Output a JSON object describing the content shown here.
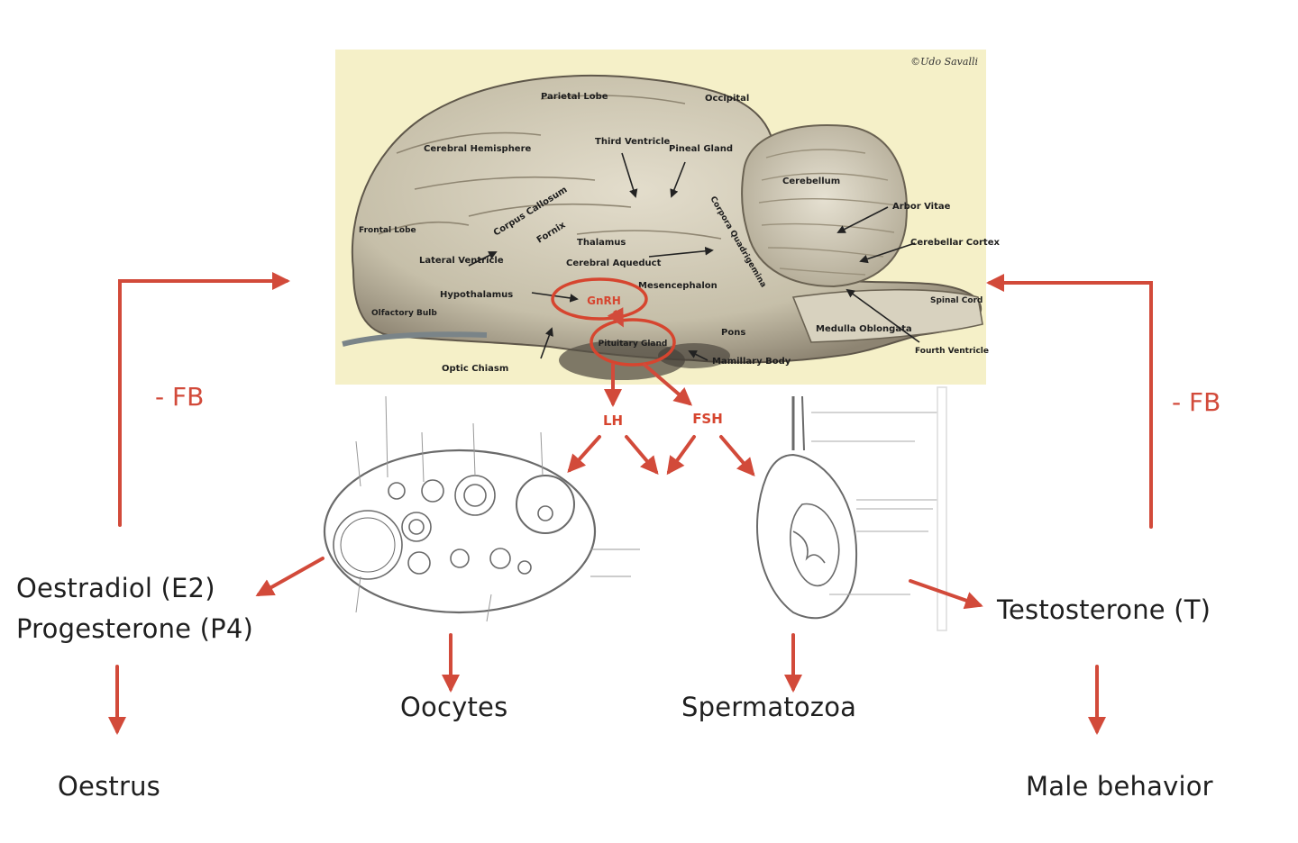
{
  "brain": {
    "copyright": "©Udo Savalli",
    "labels": {
      "parietal": "Parietal Lobe",
      "occipital": "Occipital",
      "cerebral_hemisphere": "Cerebral Hemisphere",
      "third_ventricle": "Third Ventricle",
      "pineal": "Pineal Gland",
      "corpus_callosum": "Corpus Callosum",
      "fornix": "Fornix",
      "frontal": "Frontal Lobe",
      "thalamus": "Thalamus",
      "lateral_ventricle": "Lateral Ventricle",
      "cerebral_aqueduct": "Cerebral Aqueduct",
      "corpora": "Corpora Quadrigemina",
      "cerebellum": "Cerebellum",
      "arbor_vitae": "Arbor Vitae",
      "cerebellar_cortex": "Cerebellar Cortex",
      "hypothalamus": "Hypothalamus",
      "gnrh": "GnRH",
      "mesencephalon": "Mesencephalon",
      "olfactory_bulb": "Olfactory Bulb",
      "spinal_cord": "Spinal Cord",
      "pituitary": "Pituitary Gland",
      "pons": "Pons",
      "medulla": "Medulla Oblongata",
      "optic_chiasm": "Optic Chiasm",
      "mamillary": "Mamillary Body",
      "fourth_ventricle": "Fourth Ventricle"
    }
  },
  "hormones": {
    "lh": "LH",
    "fsh": "FSH"
  },
  "feedback": {
    "left": "- FB",
    "right": "- FB"
  },
  "outputs": {
    "oestradiol": "Oestradiol (E2)",
    "progesterone": "Progesterone (P4)",
    "testosterone": "Testosterone (T)",
    "oocytes": "Oocytes",
    "spermatozoa": "Spermatozoa",
    "oestrus": "Oestrus",
    "male_behavior": "Male behavior"
  },
  "colors": {
    "arrow": "#d24a3a",
    "text": "#1f1f1f",
    "brain": "#cfc9b6",
    "brain_bg": "#f6f1c9"
  }
}
